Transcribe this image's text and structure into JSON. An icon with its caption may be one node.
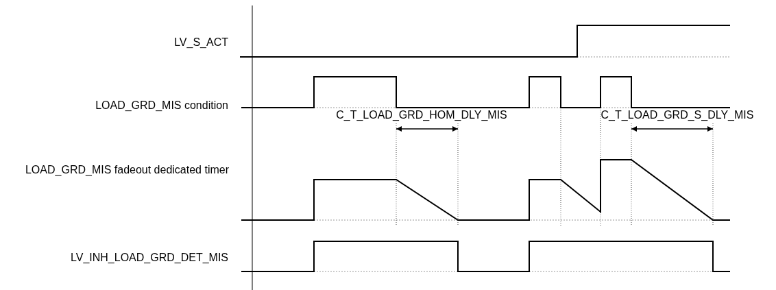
{
  "diagram": {
    "labels": [
      "LV_S_ACT",
      "LOAD_GRD_MIS condition",
      "C_T_LOAD_GRD_HOM_DLY_MIS",
      "C_T_LOAD_GRD_S_DLY_MIS",
      "LOAD_GRD_MIS fadeout dedicated timer",
      "LV_INH_LOAD_GRD_DET_MIS"
    ]
  }
}
